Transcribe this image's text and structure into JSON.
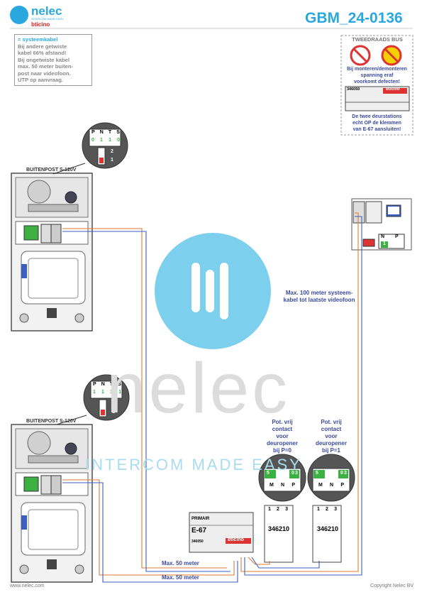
{
  "header": {
    "title": "GBM_24-0136",
    "logo_name": "nelec",
    "logo_sub": "INTERCOM MADE EASY",
    "brand": "bticino"
  },
  "legend_note": {
    "title": "= systeemkabel",
    "lines": [
      "Bij andere getwiste",
      "kabel 66% afstand!",
      "Bij ongetwiste kabel",
      "max. 50 meter buiten-",
      "post naar videofoon.",
      "UTP op aanvraag."
    ]
  },
  "bus_panel": {
    "title": "TWEEDRAADS BUS",
    "warning": [
      "Bij monteren/demonteren",
      "spanning eraf",
      "voorkomt defecten!"
    ],
    "module_code": "346050",
    "footer": [
      "De twee deurstations",
      "echt OP de klemmen",
      "van E-67 aansluiten!"
    ]
  },
  "outdoor_top": {
    "label": "BUITENPOST S-120V",
    "dip_headers": [
      "P",
      "N",
      "T",
      "S"
    ],
    "dip_values": [
      "0",
      "1",
      "1",
      "0"
    ],
    "switch_labels": [
      "2",
      "1"
    ]
  },
  "outdoor_bottom": {
    "label": "BUITENPOST S-120V",
    "dip_headers": [
      "P",
      "N",
      "T",
      "S"
    ],
    "dip_values": [
      "1",
      "1",
      "1",
      "1"
    ],
    "switch_labels": [
      "2",
      "1"
    ]
  },
  "monitor": {
    "np_headers": [
      "N",
      "P"
    ],
    "np_value": "1"
  },
  "notes": {
    "max100": [
      "Max. 100 meter systeem-",
      "kabel tot laatste videofoon"
    ],
    "max50_a": "Max. 50 meter",
    "max50_b": "Max. 50 meter"
  },
  "power_supply": {
    "label_primary": "PRIMAIR",
    "model": "E-67",
    "code": "346050",
    "brand": "bticino"
  },
  "relays": [
    {
      "caption": [
        "Pot. vrij",
        "contact",
        "voor",
        "deuropener",
        "bij P=0"
      ],
      "code": "346210",
      "display_values": [
        "5",
        "0",
        "3"
      ],
      "bottom_labels": [
        "M",
        "N",
        "P"
      ],
      "terminals": [
        "1",
        "2",
        "3"
      ]
    },
    {
      "caption": [
        "Pot. vrij",
        "contact",
        "voor",
        "deuropener",
        "bij P=1"
      ],
      "code": "346210",
      "display_values": [
        "5",
        "0",
        "3"
      ],
      "bottom_labels": [
        "M",
        "N",
        "P"
      ],
      "terminals": [
        "1",
        "2",
        "3"
      ]
    }
  ],
  "watermark": {
    "word": "nelec",
    "tagline": "INTERCOM MADE EASY"
  },
  "footer": {
    "left": "www.nelec.com",
    "right": "Copyright Nelec BV"
  },
  "colors": {
    "accent": "#29a8e0",
    "wire_orange": "#e07a2e",
    "wire_blue": "#3b5fbf",
    "dip_green": "#3cb043"
  }
}
